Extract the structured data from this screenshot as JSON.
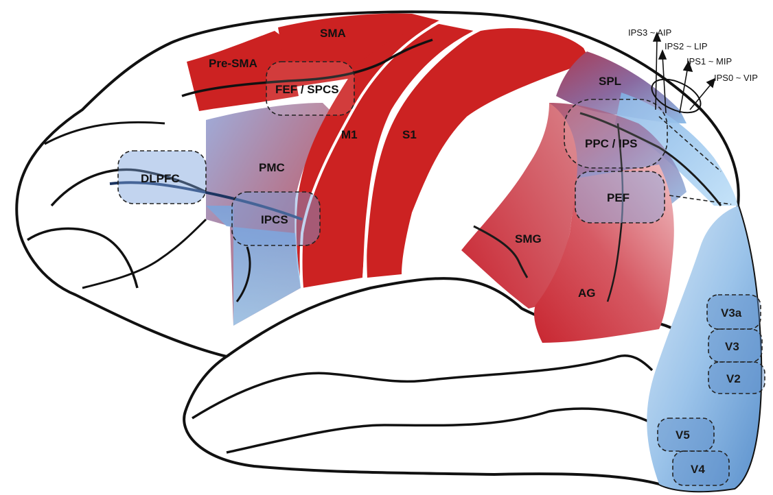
{
  "regions": {
    "sma": "SMA",
    "pre_sma": "Pre-SMA",
    "fef_spcs": "FEF / SPCS",
    "m1": "M1",
    "s1": "S1",
    "pmc": "PMC",
    "dlpfc": "DLPFC",
    "ipcs": "IPCS",
    "spl": "SPL",
    "ppc_ips": "PPC / IPS",
    "pef": "PEF",
    "smg": "SMG",
    "ag": "AG",
    "v3a": "V3a",
    "v3": "V3",
    "v2": "V2",
    "v5": "V5",
    "v4": "V4"
  },
  "ips_labels": {
    "ips3": "IPS3 ~ AIP",
    "ips2": "IPS2 ~ LIP",
    "ips1": "IPS1 ~ MIP",
    "ips0": "IPS0 ~ VIP"
  },
  "colors": {
    "motor_red": "#cc2222",
    "visual_blue": "#8fc0ea",
    "outline": "#111111"
  }
}
